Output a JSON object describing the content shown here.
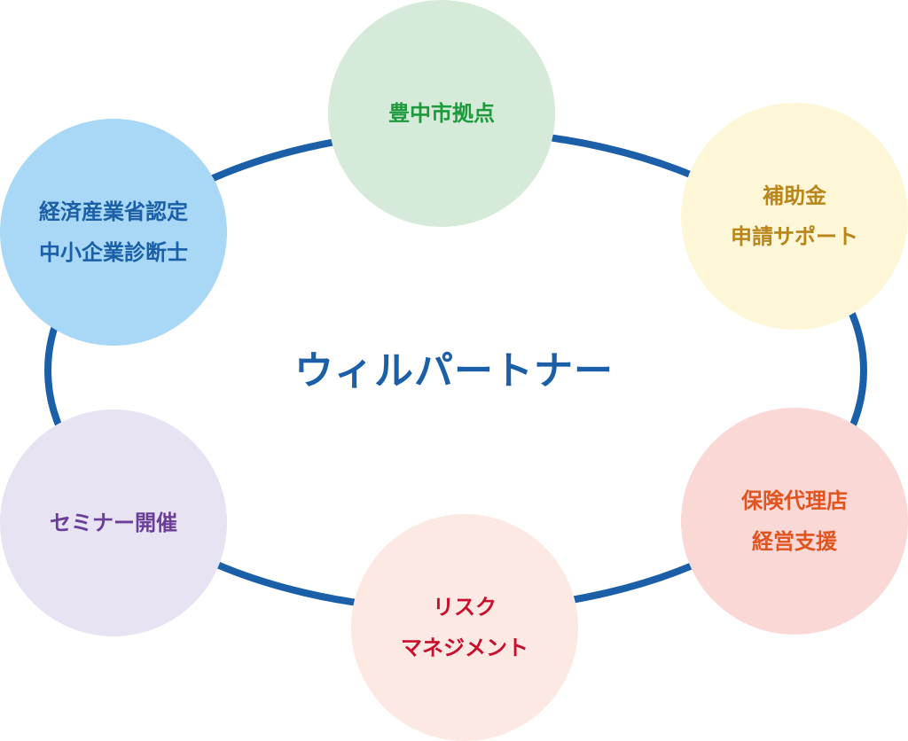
{
  "diagram": {
    "center_label": "ウィルパートナー",
    "center_color": "#1a5fa8",
    "ring_color": "#1a5fa8",
    "nodes": [
      {
        "id": "toyonaka",
        "lines": [
          "豊中市拠点"
        ],
        "fill": "#d6ead9",
        "text_color": "#1c9a3c"
      },
      {
        "id": "subsidy",
        "lines": [
          "補助金",
          "申請サポート"
        ],
        "fill": "#fdf7d8",
        "text_color": "#b8861b"
      },
      {
        "id": "insurance",
        "lines": [
          "保険代理店",
          "経営支援"
        ],
        "fill": "#f9d8d6",
        "text_color": "#e2541f"
      },
      {
        "id": "risk",
        "lines": [
          "リスク",
          "マネジメント"
        ],
        "fill": "#fce9e3",
        "text_color": "#c8102e"
      },
      {
        "id": "seminar",
        "lines": [
          "セミナー開催"
        ],
        "fill": "#e7e3f2",
        "text_color": "#6a3e98"
      },
      {
        "id": "consultant",
        "lines": [
          "経済産業省認定",
          "中小企業診断士"
        ],
        "fill": "#a8d8f5",
        "text_color": "#1a5fa8"
      }
    ]
  }
}
